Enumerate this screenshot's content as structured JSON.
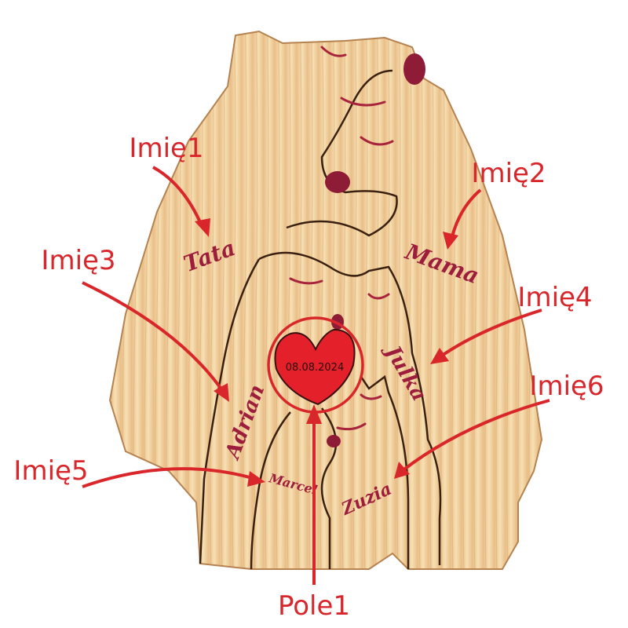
{
  "labels": {
    "imie1": "Imię1",
    "imie2": "Imię2",
    "imie3": "Imię3",
    "imie4": "Imię4",
    "imie5": "Imię5",
    "imie6": "Imię6",
    "pole1": "Pole1"
  },
  "names": {
    "tata": "Tata",
    "mama": "Mama",
    "adrian": "Adrian",
    "julka": "Julka",
    "marcel": "Marcel",
    "zuzia": "Zuzia"
  },
  "heart": {
    "date": "08.08.2024"
  },
  "colors": {
    "annotation": "#d9262b",
    "wood": "#f2d3a0",
    "engraving": "#9c1d3c",
    "heart": "#e4202a"
  }
}
